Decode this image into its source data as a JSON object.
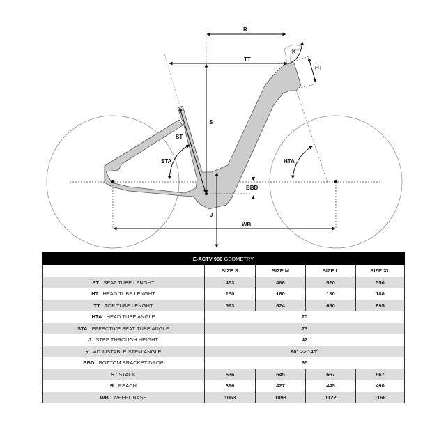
{
  "diagram": {
    "labels": {
      "R": "R",
      "TT": "TT",
      "K": "K",
      "HT": "HT",
      "S": "S",
      "ST": "ST",
      "STA": "STA",
      "HTA": "HTA",
      "BBD": "BBD",
      "J": "J",
      "WB": "WB"
    }
  },
  "table": {
    "title_bold": "E-ACTV 900",
    "title_rest": " GEOMETRY",
    "sizes": [
      "SIZE S",
      "SIZE M",
      "SIZE L",
      "SIZE XL"
    ],
    "rows": [
      {
        "code": "ST",
        "label": " : SEAT TUBE LENGHT",
        "values": [
          "453",
          "486",
          "520",
          "550"
        ]
      },
      {
        "code": "HT",
        "label": " : HEAD TUBE LENGHT",
        "values": [
          "150",
          "160",
          "180",
          "180"
        ]
      },
      {
        "code": "TT",
        "label": " : TOP TUBE LENGHT",
        "values": [
          "593",
          "624",
          "650",
          "695"
        ]
      },
      {
        "code": "HTA",
        "label": " : HEAD TUBE ANGLE",
        "value": "70"
      },
      {
        "code": "STA",
        "label": " : EFFECTIVE SEAT TUBE ANGLE",
        "value": "73"
      },
      {
        "code": "J",
        "label": " : STEP THROUGH HEIGHT",
        "value": "42"
      },
      {
        "code": "K",
        "label": " : ADJUSTABLE STEM ANGLE",
        "value": "90° >> 140°"
      },
      {
        "code": "BBD",
        "label": " : BOTTOM BRACKET DROP",
        "value": "65"
      },
      {
        "code": "S",
        "label": " : STACK",
        "values": [
          "636",
          "645",
          "667",
          "667"
        ]
      },
      {
        "code": "R",
        "label": " : REACH",
        "values": [
          "396",
          "427",
          "445",
          "490"
        ]
      },
      {
        "code": "WB",
        "label": " : WHEEL BASE",
        "values": [
          "1063",
          "1098",
          "1122",
          "1168"
        ]
      }
    ]
  }
}
